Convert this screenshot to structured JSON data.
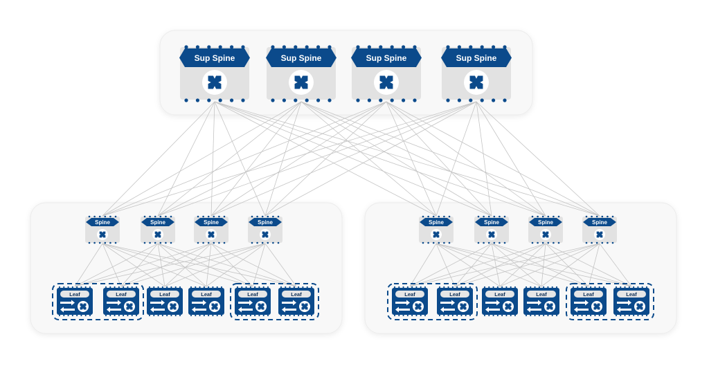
{
  "super_spine_layer": {
    "nodes": [
      {
        "label": "Sup Spine"
      },
      {
        "label": "Sup Spine"
      },
      {
        "label": "Sup Spine"
      },
      {
        "label": "Sup Spine"
      }
    ]
  },
  "pods": [
    {
      "spines": [
        {
          "label": "Spine"
        },
        {
          "label": "Spine"
        },
        {
          "label": "Spine"
        },
        {
          "label": "Spine"
        }
      ],
      "leaves": [
        {
          "label": "Leaf"
        },
        {
          "label": "Leaf"
        },
        {
          "label": "Leaf"
        },
        {
          "label": "Leaf"
        },
        {
          "label": "Leaf"
        },
        {
          "label": "Leaf"
        }
      ],
      "leaf_groups": [
        [
          0,
          1
        ],
        [
          4,
          5
        ]
      ]
    },
    {
      "spines": [
        {
          "label": "Spine"
        },
        {
          "label": "Spine"
        },
        {
          "label": "Spine"
        },
        {
          "label": "Spine"
        }
      ],
      "leaves": [
        {
          "label": "Leaf"
        },
        {
          "label": "Leaf"
        },
        {
          "label": "Leaf"
        },
        {
          "label": "Leaf"
        },
        {
          "label": "Leaf"
        },
        {
          "label": "Leaf"
        }
      ],
      "leaf_groups": [
        [
          0,
          1
        ],
        [
          4,
          5
        ]
      ]
    }
  ],
  "colors": {
    "brand": "#0b4a8b",
    "node_body": "#e2e2e2",
    "link": "#c4c4c4",
    "panel": "#f7f7f7"
  }
}
